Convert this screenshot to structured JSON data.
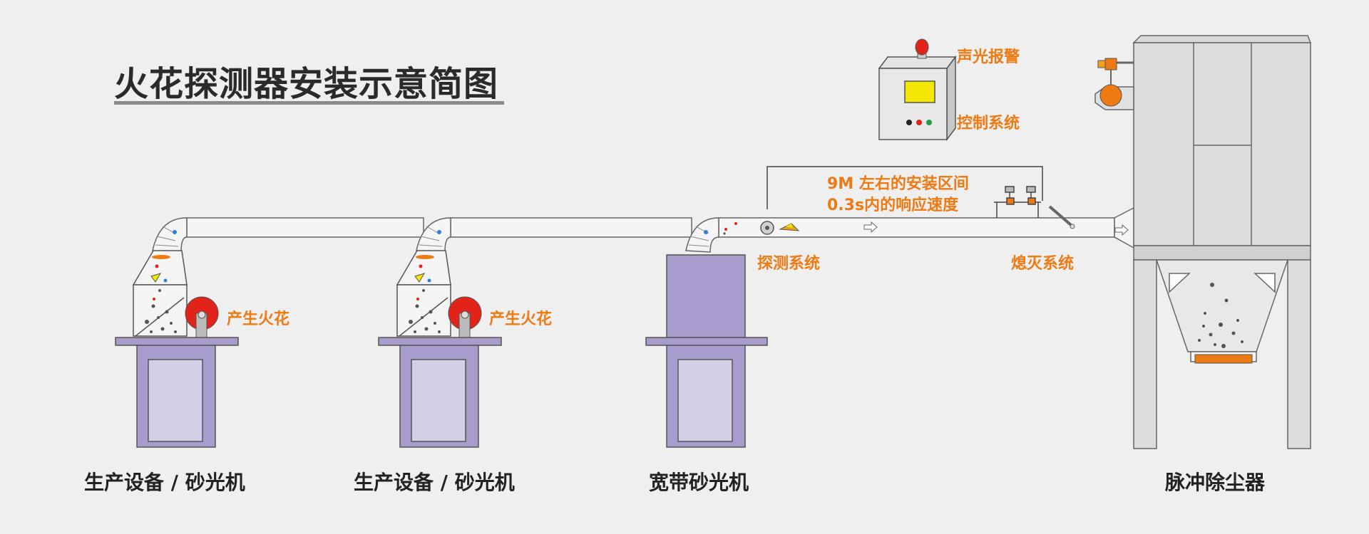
{
  "title": "火花探测器安装示意简图",
  "labels": {
    "alarm": "声光报警",
    "control": "控制系统",
    "distance": "9M 左右的安装区间",
    "response": "0.3s内的响应速度",
    "detection": "探测系统",
    "extinguish": "熄灭系统",
    "spark1": "产生火花",
    "spark2": "产生火花"
  },
  "machines": {
    "machine1": "生产设备 / 砂光机",
    "machine2": "生产设备 / 砂光机",
    "machine3": "宽带砂光机",
    "collector": "脉冲除尘器"
  },
  "colors": {
    "background": "#efefef",
    "accent_orange": "#ee7a14",
    "machine_purple": "#a79ccc",
    "machine_panel": "#d4cfe7",
    "spark_red": "#e2231a",
    "display_yellow": "#f3e600",
    "gray_fill": "#dcdcdc",
    "outline": "#666666"
  }
}
